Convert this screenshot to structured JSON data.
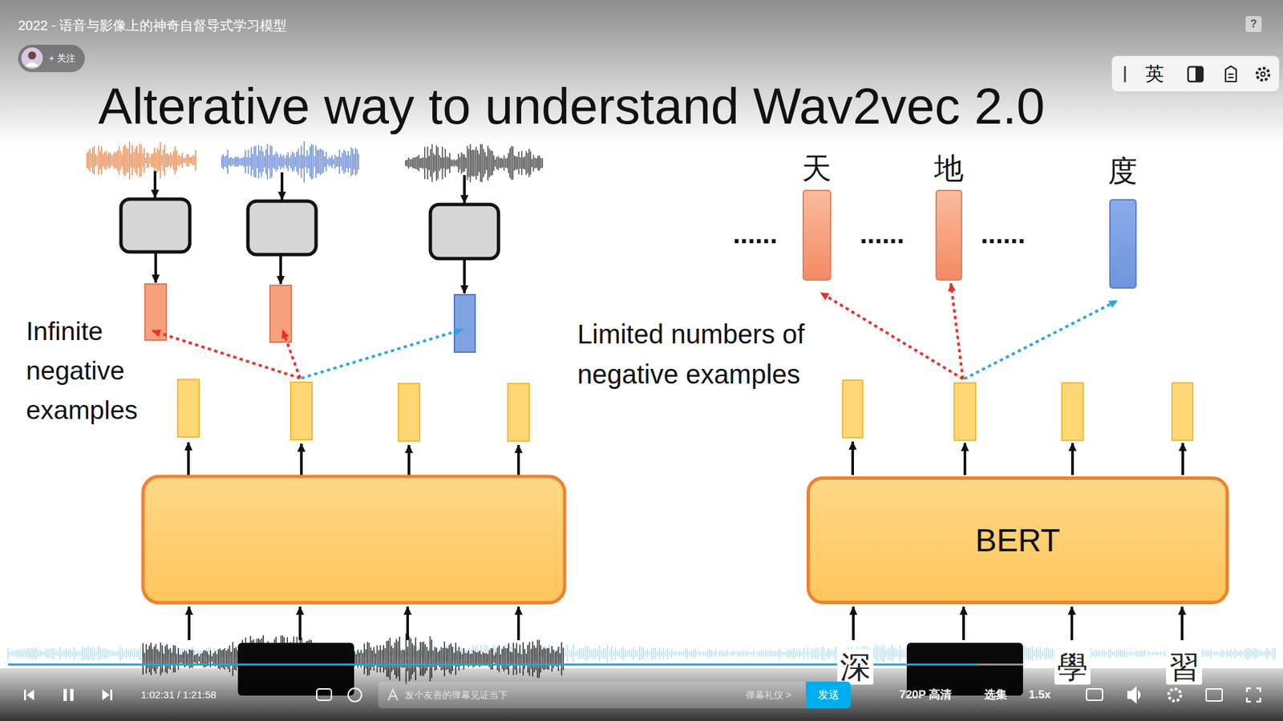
{
  "diagram": {
    "title": "Alterative way to understand Wav2vec 2.0",
    "nodes": [
      {
        "text": [
          "+ 关注"
        ]
      },
      {
        "text": [
          "?"
        ]
      },
      {
        "text": [
          "英"
        ]
      },
      {
        "text": [
          "天"
        ]
      },
      {
        "text": [
          "地"
        ]
      },
      {
        "text": [
          "度"
        ]
      },
      {
        "text": [
          "BERT"
        ]
      },
      {
        "text": [
          "发个友善的弹幕见证当下",
          "弹幕礼仪 >"
        ]
      },
      {
        "text": [
          "发送"
        ],
        "in": 7
      }
    ],
    "labels": [
      "2022 - 语音与影像上的神奇自督导式学习模型",
      "......",
      "......",
      "......",
      "Infinite negative examples",
      "Limited numbers of negative examples",
      "深",
      "學",
      "習",
      "1:02:31 / 1:21:58",
      "720P 高清",
      "选集",
      "1.5x"
    ]
  }
}
